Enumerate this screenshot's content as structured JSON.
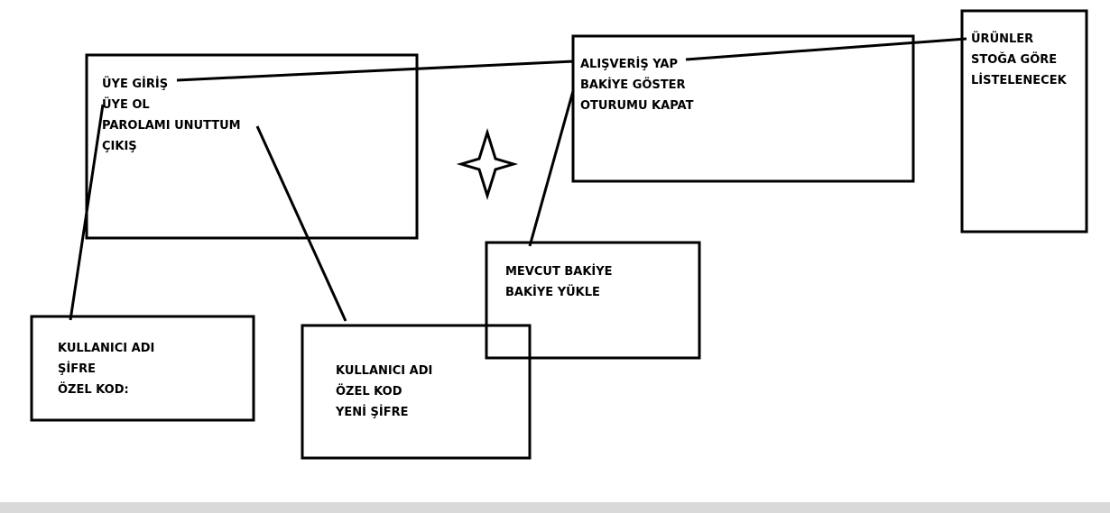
{
  "colors": {
    "ink": "#000000",
    "background": "#ffffff",
    "bottom_strip": "#d9d9d9"
  },
  "boxes": {
    "main_menu": {
      "items": [
        "ÜYE GİRİŞ",
        "ÜYE OL",
        "PAROLAMI UNUTTUM",
        "ÇIKIŞ"
      ]
    },
    "login_form": {
      "items": [
        "KULLANICI ADI",
        "ŞİFRE",
        "ÖZEL KOD:"
      ]
    },
    "reset_form": {
      "items": [
        "KULLANICI ADI",
        "ÖZEL KOD",
        "YENİ ŞİFRE"
      ]
    },
    "user_menu": {
      "items": [
        "ALIŞVERİŞ YAP",
        "BAKİYE GÖSTER",
        "OTURUMU KAPAT"
      ]
    },
    "balance_menu": {
      "items": [
        "MEVCUT BAKİYE",
        "BAKİYE YÜKLE"
      ]
    },
    "products_box": {
      "items": [
        "ÜRÜNLER",
        "STOĞA GÖRE",
        "LİSTELENECEK"
      ]
    }
  },
  "decorations": {
    "star_icon": "four-point-star-icon"
  }
}
